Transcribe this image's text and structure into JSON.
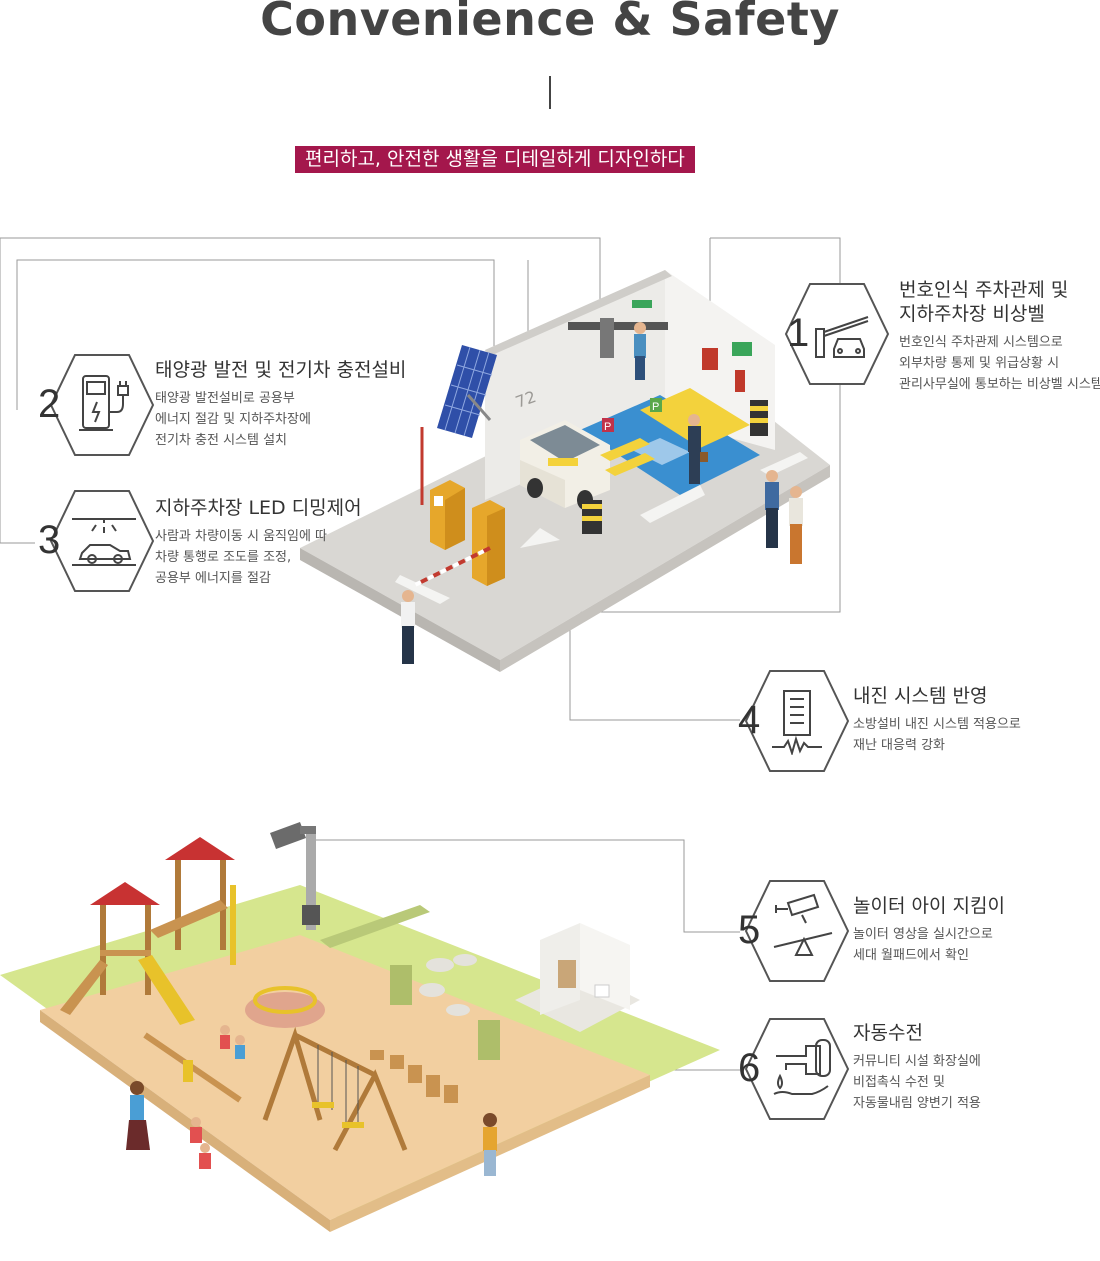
{
  "header": {
    "title": "Convenience & Safety",
    "subtitle": "편리하고, 안전한 생활을 디테일하게 디자인하다"
  },
  "features": [
    {
      "number": "1",
      "icon": "parking-barrier-car-icon",
      "title_lines": [
        "번호인식 주차관제 및",
        "지하주차장 비상벨"
      ],
      "desc_lines": [
        "번호인식 주차관제 시스템으로",
        "외부차량 통제 및 위급상황 시",
        "관리사무실에 통보하는 비상벨 시스템"
      ]
    },
    {
      "number": "2",
      "icon": "ev-charger-icon",
      "title_lines": [
        "태양광 발전 및 전기차 충전설비"
      ],
      "desc_lines": [
        "태양광 발전설비로 공용부",
        "에너지 절감 및 지하주차장에",
        "전기차 충전 시스템 설치"
      ]
    },
    {
      "number": "3",
      "icon": "led-dimming-car-icon",
      "title_lines": [
        "지하주차장 LED 디밍제어"
      ],
      "desc_lines": [
        "사람과 차량이동 시 움직임에 따",
        "차량 통행로 조도를 조정,",
        "공용부 에너지를 절감"
      ]
    },
    {
      "number": "4",
      "icon": "earthquake-building-icon",
      "title_lines": [
        "내진 시스템 반영"
      ],
      "desc_lines": [
        "소방설비 내진 시스템 적용으로",
        "재난 대응력 강화"
      ]
    },
    {
      "number": "5",
      "icon": "cctv-seesaw-icon",
      "title_lines": [
        "놀이터 아이 지킴이"
      ],
      "desc_lines": [
        "놀이터 영상을 실시간으로",
        "세대 월패드에서 확인"
      ]
    },
    {
      "number": "6",
      "icon": "auto-faucet-icon",
      "title_lines": [
        "자동수전"
      ],
      "desc_lines": [
        "커뮤니티 시설 화장실에",
        "비접촉식 수전 및",
        "자동물내림 양변기 적용"
      ]
    }
  ],
  "illustration": {
    "parking_spot_number": "72",
    "parking_sign": "P",
    "colors": {
      "accent": "#a4174c",
      "floor": "#d5d3cf",
      "wall": "#ecebe8",
      "accessible_blue": "#3a8fd0",
      "sand": "#f2cfa0",
      "grass": "#cfe08a"
    }
  }
}
